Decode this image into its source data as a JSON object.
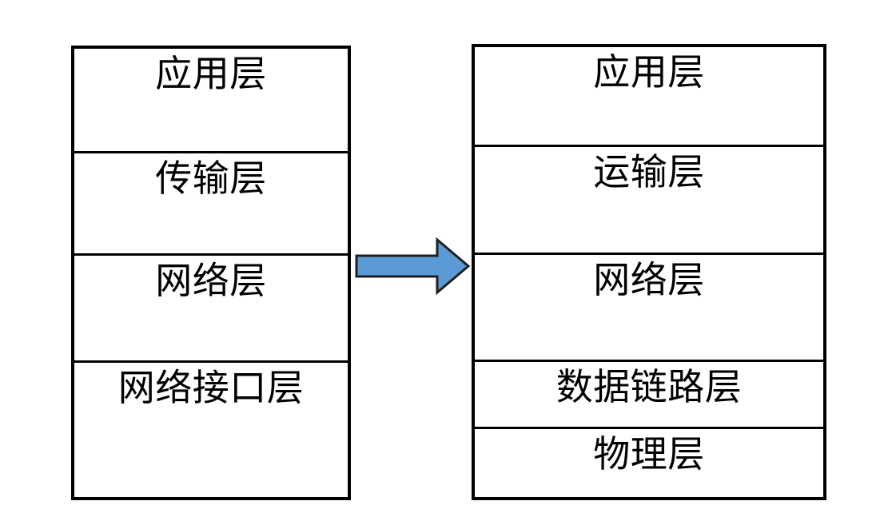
{
  "diagram": {
    "background_color": "#ffffff",
    "line_color": "#000000",
    "arrow": {
      "name": "right-block-arrow",
      "fill_color": "#5B9BD5",
      "stroke_color": "#1F1F1F",
      "direction": "right"
    },
    "left_stack": {
      "name": "tcp-ip-layer-stack",
      "layer_count": 4,
      "layers": [
        {
          "label": "应用层"
        },
        {
          "label": "传输层"
        },
        {
          "label": "网络层"
        },
        {
          "label": "网络接口层"
        }
      ]
    },
    "right_stack": {
      "name": "osi-layer-stack",
      "layer_count": 5,
      "layers": [
        {
          "label": "应用层"
        },
        {
          "label": "运输层"
        },
        {
          "label": "网络层"
        },
        {
          "label": "数据链路层"
        },
        {
          "label": "物理层"
        }
      ]
    }
  }
}
